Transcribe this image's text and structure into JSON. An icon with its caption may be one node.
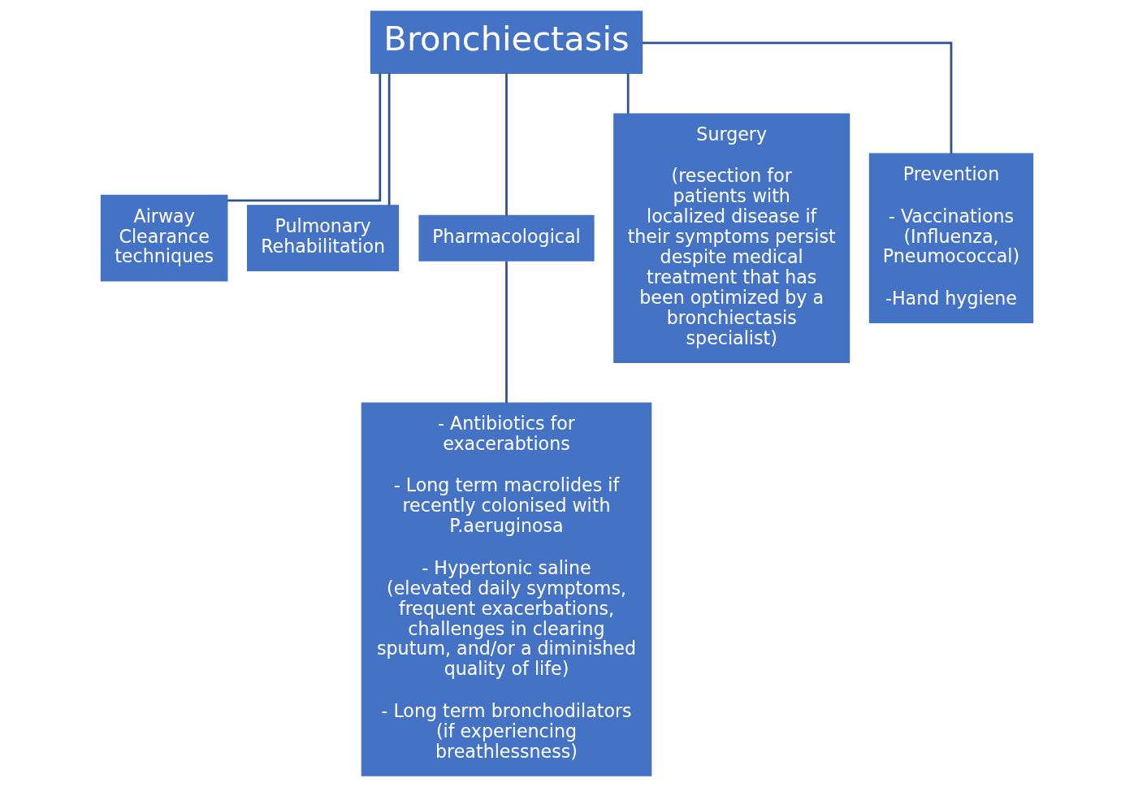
{
  "diagram": {
    "nodes": [
      {
        "text": [
          "Bronchiectasis"
        ]
      },
      {
        "text": [
          "Airway Clearance techniques"
        ]
      },
      {
        "text": [
          "Pulmonary Rehabilitation"
        ]
      },
      {
        "text": [
          "Pharmacological"
        ]
      },
      {
        "text": [
          "- Antibiotics for exacerabtions",
          "- Long term macrolides if recently colonised with P.aeruginosa",
          "- Hypertonic saline (elevated daily symptoms, frequent exacerbations, challenges in clearing sputum, and/or a diminished quality of life)",
          "- Long term bronchodilators (if experiencing breathlessness)"
        ]
      },
      {
        "text": [
          "Surgery",
          "(resection for patients with localized disease if their symptoms persist despite medical treatment that has been optimized by a bronchiectasis specialist)"
        ]
      },
      {
        "text": [
          "Prevention",
          "- Vaccinations (Influenza, Pneumococcal)",
          "-Hand hygiene"
        ]
      }
    ],
    "edges": [
      {
        "from": 0,
        "to": 1,
        "arrow": "none"
      },
      {
        "from": 0,
        "to": 2,
        "arrow": "none"
      },
      {
        "from": 0,
        "to": 3,
        "arrow": "none"
      },
      {
        "from": 0,
        "to": 5,
        "arrow": "none"
      },
      {
        "from": 0,
        "to": 6,
        "arrow": "none"
      },
      {
        "from": 3,
        "to": 4,
        "arrow": "none"
      }
    ]
  }
}
